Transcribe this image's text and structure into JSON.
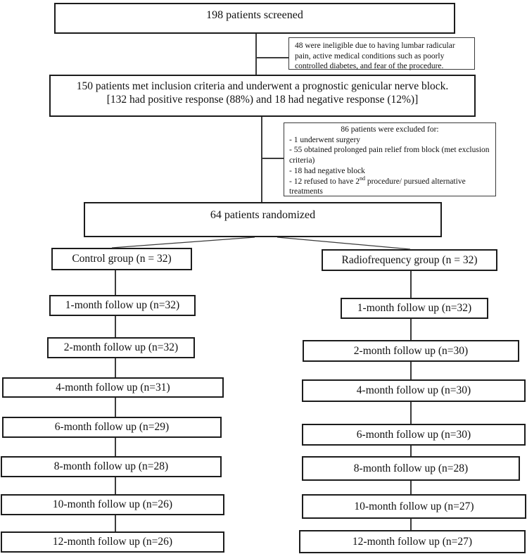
{
  "flow": {
    "screened": "198 patients screened",
    "ineligible_note": "48 were ineligible due to having lumbar radicular pain, active medical conditions such as poorly controlled diabetes, and fear of the procedure.",
    "inclusion_line1": "150 patients met inclusion criteria and underwent a prognostic genicular nerve block.",
    "inclusion_line2": "[132 had positive response (88%) and 18 had negative response (12%)]",
    "excluded": {
      "title": "86 patients were excluded for:",
      "items": [
        "- 1 underwent surgery",
        "- 55 obtained prolonged pain relief from block (met exclusion criteria)",
        "- 18 had negative block"
      ],
      "item_refused": {
        "pre": "- 12 refused to have 2",
        "sup": "nd",
        "post": " procedure/ pursued alternative treatments"
      }
    },
    "randomized": "64 patients randomized"
  },
  "control_arm": {
    "title": "Control group (n = 32)",
    "followups": [
      "1-month follow up (n=32)",
      "2-month follow up (n=32)",
      "4-month follow up (n=31)",
      "6-month follow up (n=29)",
      "8-month follow up (n=28)",
      "10-month follow up (n=26)",
      "12-month follow up (n=26)"
    ]
  },
  "radiofrequency_arm": {
    "title": "Radiofrequency group (n = 32)",
    "followups": [
      "1-month follow up (n=32)",
      "2-month follow up (n=30)",
      "4-month follow up (n=30)",
      "6-month follow up (n=30)",
      "8-month follow up (n=28)",
      "10-month follow up (n=27)",
      "12-month follow up (n=27)"
    ]
  },
  "colors": {
    "box_border": "#1c1c1c",
    "connector": "#3c3c3c",
    "background": "#ffffff"
  }
}
